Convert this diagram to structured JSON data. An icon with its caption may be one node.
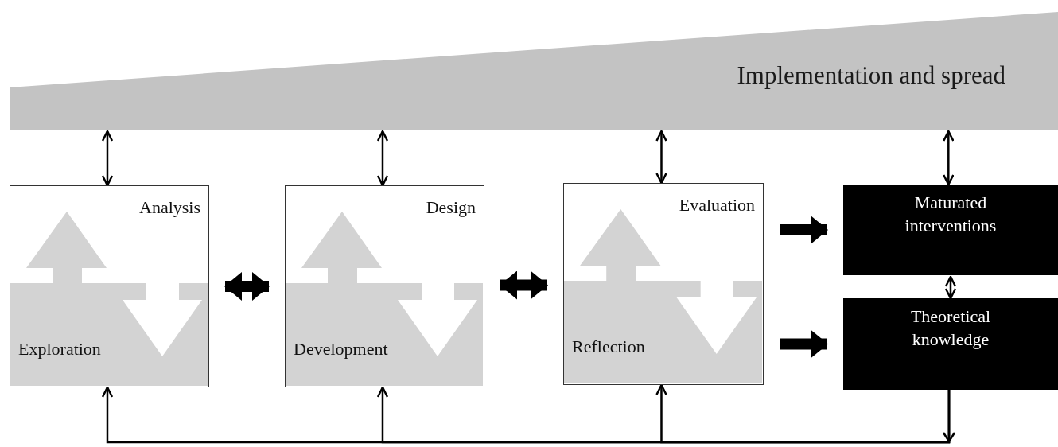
{
  "diagram": {
    "nodes": [
      {
        "text": [
          "Implementation and spread"
        ]
      },
      {
        "text": [
          "Analysis",
          "Exploration"
        ]
      },
      {
        "text": [
          "Design",
          "Development"
        ]
      },
      {
        "text": [
          "Evaluation",
          "Reflection"
        ]
      },
      {
        "text": [
          "Maturated interventions"
        ]
      },
      {
        "text": [
          "Theoretical knowledge"
        ]
      }
    ],
    "edges": [
      {
        "from": 0,
        "to": 1,
        "arrow": "both"
      },
      {
        "from": 0,
        "to": 2,
        "arrow": "both"
      },
      {
        "from": 0,
        "to": 3,
        "arrow": "both"
      },
      {
        "from": 0,
        "to": 4,
        "arrow": "both"
      },
      {
        "from": 1,
        "to": 2,
        "arrow": "both",
        "style": "thick"
      },
      {
        "from": 2,
        "to": 3,
        "arrow": "both",
        "style": "thick"
      },
      {
        "from": 3,
        "to": 4,
        "arrow": "to",
        "style": "thick"
      },
      {
        "from": 3,
        "to": 5,
        "arrow": "to",
        "style": "thick"
      },
      {
        "from": 4,
        "to": 5,
        "arrow": "both"
      },
      {
        "from": 5,
        "to": 1,
        "arrow": "to"
      },
      {
        "from": 5,
        "to": 2,
        "arrow": "to"
      },
      {
        "from": 5,
        "to": 3,
        "arrow": "to"
      }
    ]
  }
}
